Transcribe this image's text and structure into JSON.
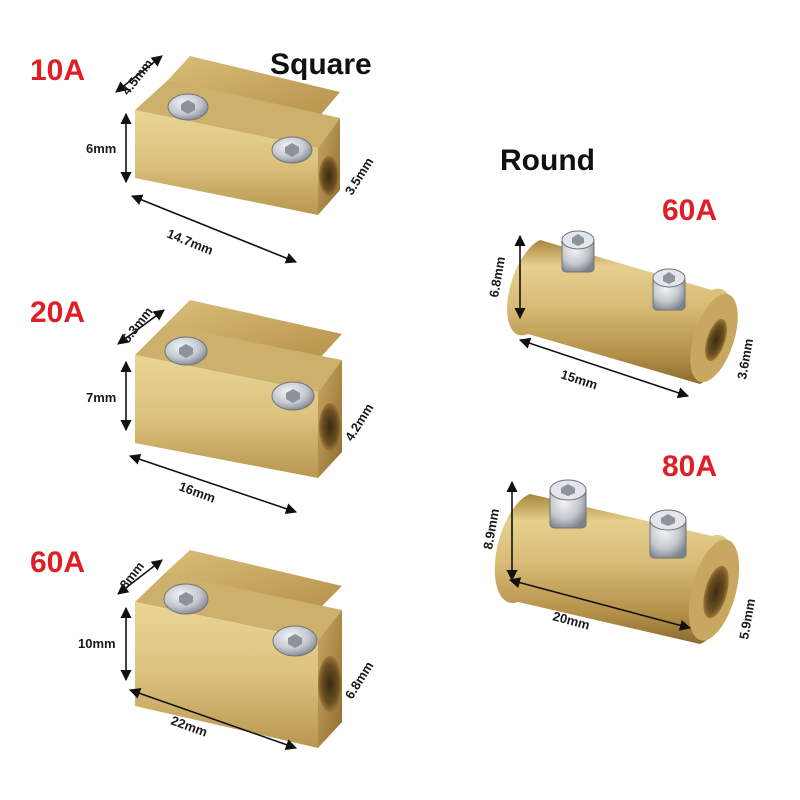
{
  "colors": {
    "amp_label": "#e01e26",
    "brass_light": "#e6cf8e",
    "brass_mid": "#c8a860",
    "brass_dark": "#8c6a2e",
    "steel": "#c9cdd3"
  },
  "headers": {
    "square": "Square",
    "round": "Round"
  },
  "square": [
    {
      "rating": "10A",
      "width": "4.5mm",
      "height": "6mm",
      "hole": "3.5mm",
      "length": "14.7mm"
    },
    {
      "rating": "20A",
      "width": "5.3mm",
      "height": "7mm",
      "hole": "4.2mm",
      "length": "16mm"
    },
    {
      "rating": "60A",
      "width": "8mm",
      "height": "10mm",
      "hole": "6.8mm",
      "length": "22mm"
    }
  ],
  "round": [
    {
      "rating": "60A",
      "diameter": "6.8mm",
      "hole": "3.6mm",
      "length": "15mm"
    },
    {
      "rating": "80A",
      "diameter": "8.9mm",
      "hole": "5.9mm",
      "length": "20mm"
    }
  ]
}
